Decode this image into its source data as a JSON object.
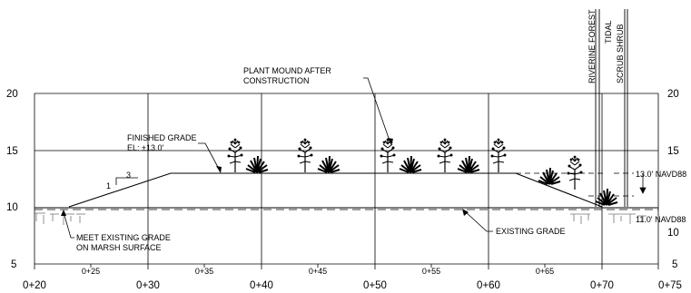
{
  "section": {
    "elevation_axis": {
      "min": 5,
      "max": 20,
      "major_ticks": [
        5,
        10,
        15,
        20
      ],
      "left_labels": [
        "5",
        "10",
        "15",
        "20"
      ],
      "right_labels": [
        "5",
        "10",
        "15",
        "20"
      ]
    },
    "station_axis": {
      "major_labels": [
        "0+20",
        "0+30",
        "0+40",
        "0+50",
        "0+60",
        "0+70",
        "0+75"
      ],
      "minor_labels": [
        "0+25",
        "0+35",
        "0+45",
        "0+55",
        "0+65"
      ]
    },
    "annotations": {
      "plant_mound_line1": "PLANT MOUND AFTER",
      "plant_mound_line2": "CONSTRUCTION",
      "finished_grade_line1": "FINISHED GRADE",
      "finished_grade_line2": "EL: ±13.0'",
      "meet_existing_line1": "MEET EXISTING GRADE",
      "meet_existing_line2": "ON MARSH SURFACE",
      "existing_grade": "EXISTING GRADE",
      "slope_rise": "1",
      "slope_run": "3",
      "elev_13": "13.0'  NAVD88",
      "elev_11": "11.0'  NAVD88",
      "riverine_forest": "RIVERINE FOREST",
      "tidal_line1": "TIDAL",
      "tidal_line2": "SCRUB SHRUB"
    },
    "colors": {
      "line": "#000000",
      "grid": "#000000",
      "background": "#ffffff"
    }
  }
}
